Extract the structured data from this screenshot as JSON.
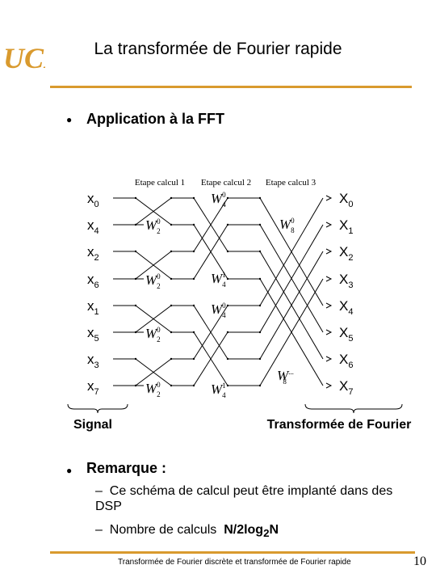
{
  "logo_text": "UCL",
  "title": "La transformée de Fourier rapide",
  "bullets": {
    "application": "Application à la FFT",
    "remarque": "Remarque :"
  },
  "sub_items": [
    "Ce schéma de calcul peut être implanté dans des DSP",
    "Nombre de calculs"
  ],
  "calc_formula": {
    "base": "N/2log",
    "sub": "2",
    "tail": "N"
  },
  "dash": "–",
  "diagram": {
    "stages": [
      "Etape calcul 1",
      "Etape calcul 2",
      "Etape calcul 3"
    ],
    "inputs": [
      {
        "base": "x",
        "sub": "0"
      },
      {
        "base": "x",
        "sub": "4"
      },
      {
        "base": "x",
        "sub": "2"
      },
      {
        "base": "x",
        "sub": "6"
      },
      {
        "base": "x",
        "sub": "1"
      },
      {
        "base": "x",
        "sub": "5"
      },
      {
        "base": "x",
        "sub": "3"
      },
      {
        "base": "x",
        "sub": "7"
      }
    ],
    "outputs": [
      {
        "base": "X",
        "sub": "0"
      },
      {
        "base": "X",
        "sub": "1"
      },
      {
        "base": "X",
        "sub": "2"
      },
      {
        "base": "X",
        "sub": "3"
      },
      {
        "base": "X",
        "sub": "4"
      },
      {
        "base": "X",
        "sub": "5"
      },
      {
        "base": "X",
        "sub": "6"
      },
      {
        "base": "X",
        "sub": "7"
      }
    ],
    "twiddles_stage1": [
      {
        "base": "W",
        "sub": "2",
        "sup": "0"
      },
      {
        "base": "W",
        "sub": "2",
        "sup": "0"
      },
      {
        "base": "W",
        "sub": "2",
        "sup": "0"
      },
      {
        "base": "W",
        "sub": "2",
        "sup": "0"
      }
    ],
    "twiddles_stage2": [
      {
        "base": "W",
        "sub": "4",
        "sup": "0"
      },
      {
        "base": "W",
        "sub": "4",
        "sup": "1"
      },
      {
        "base": "W",
        "sub": "4",
        "sup": "0"
      },
      {
        "base": "W",
        "sub": "4",
        "sup": "1"
      }
    ],
    "twiddles_stage3": [
      {
        "base": "W",
        "sub": "8",
        "sup": "0"
      },
      {
        "base": "W",
        "sub": "8",
        "sup": "..."
      }
    ],
    "brace_labels": [
      "Signal",
      "Transformée de Fourier"
    ]
  },
  "footer": "Transformée de Fourier discrète et transformée de Fourier rapide",
  "page_number": "10",
  "colors": {
    "accent": "#d99a2e",
    "logo": "#d99a2e"
  }
}
